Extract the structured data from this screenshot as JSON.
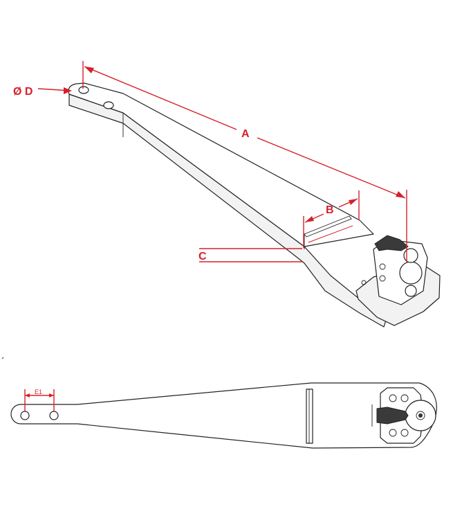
{
  "labels": {
    "a": "A",
    "b": "B",
    "c": "C",
    "d": "Ø D",
    "e1": "E1"
  },
  "colors": {
    "dimension": "#d6202a",
    "line": "#222222"
  }
}
